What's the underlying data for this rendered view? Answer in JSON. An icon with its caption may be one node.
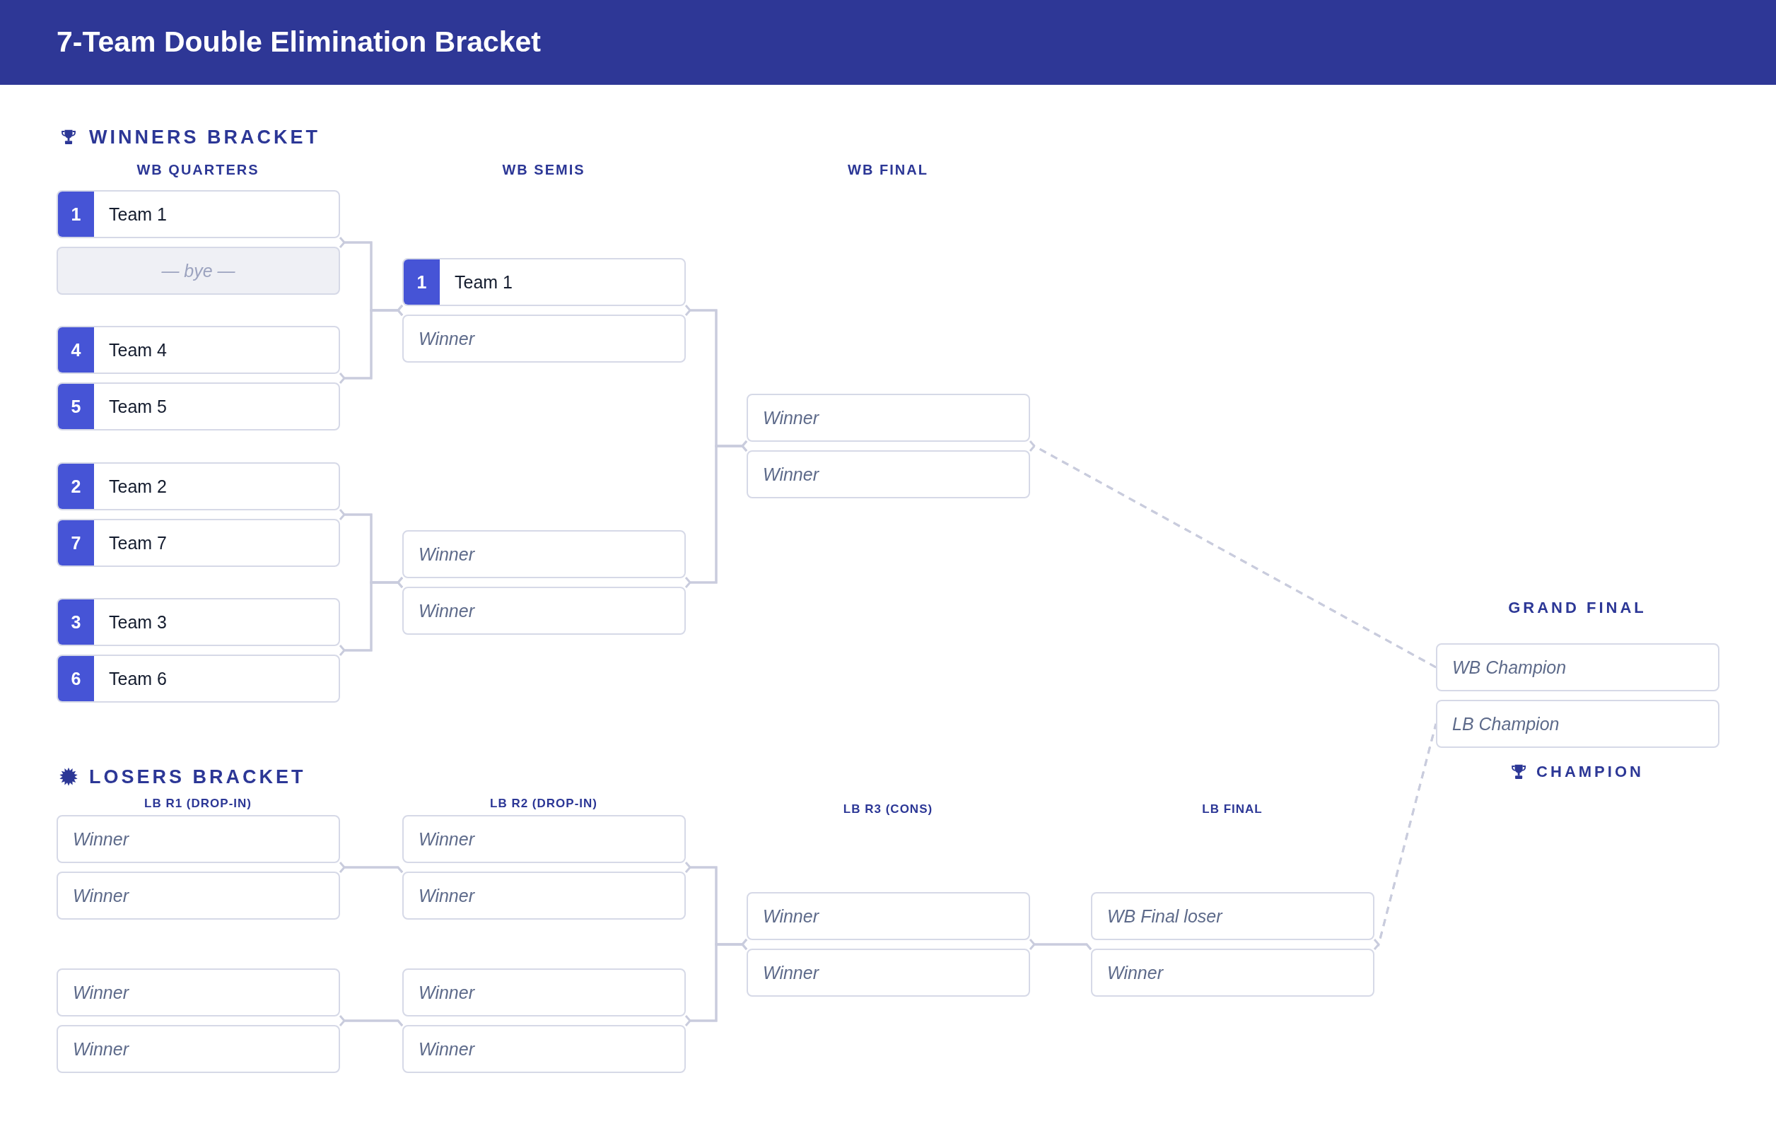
{
  "diagram": {
    "title": "7-Team Double Elimination Bracket",
    "nodes": [
      {
        "text": [
          "1",
          "Team 1"
        ]
      },
      {
        "text": [
          "— bye —"
        ]
      },
      {
        "text": [
          "4",
          "Team 4"
        ]
      },
      {
        "text": [
          "5",
          "Team 5"
        ]
      },
      {
        "text": [
          "2",
          "Team 2"
        ]
      },
      {
        "text": [
          "7",
          "Team 7"
        ]
      },
      {
        "text": [
          "3",
          "Team 3"
        ]
      },
      {
        "text": [
          "6",
          "Team 6"
        ]
      },
      {
        "text": [
          "1",
          "Team 1"
        ]
      },
      {
        "text": [
          "Winner"
        ]
      },
      {
        "text": [
          "Winner"
        ]
      },
      {
        "text": [
          "Winner"
        ]
      },
      {
        "text": [
          "Winner"
        ]
      },
      {
        "text": [
          "Winner"
        ]
      },
      {
        "text": [
          "WB Champion"
        ]
      },
      {
        "text": [
          "LB Champion"
        ]
      },
      {
        "text": [
          "Winner"
        ]
      },
      {
        "text": [
          "Winner"
        ]
      },
      {
        "text": [
          "Winner"
        ]
      },
      {
        "text": [
          "Winner"
        ]
      },
      {
        "text": [
          "Winner"
        ]
      },
      {
        "text": [
          "Winner"
        ]
      },
      {
        "text": [
          "Winner"
        ]
      },
      {
        "text": [
          "Winner"
        ]
      },
      {
        "text": [
          "Winner"
        ]
      },
      {
        "text": [
          "Winner"
        ]
      },
      {
        "text": [
          "WB Final loser"
        ]
      },
      {
        "text": [
          "Winner"
        ]
      }
    ],
    "edges": [
      {
        "from": 0,
        "to": 8,
        "arrow": "none"
      },
      {
        "from": 1,
        "to": 8,
        "arrow": "none"
      },
      {
        "from": 2,
        "to": 9,
        "arrow": "none"
      },
      {
        "from": 3,
        "to": 9,
        "arrow": "none"
      },
      {
        "from": 4,
        "to": 10,
        "arrow": "none"
      },
      {
        "from": 5,
        "to": 10,
        "arrow": "none"
      },
      {
        "from": 6,
        "to": 11,
        "arrow": "none"
      },
      {
        "from": 7,
        "to": 11,
        "arrow": "none"
      },
      {
        "from": 8,
        "to": 12,
        "arrow": "none"
      },
      {
        "from": 9,
        "to": 12,
        "arrow": "none"
      },
      {
        "from": 10,
        "to": 13,
        "arrow": "none"
      },
      {
        "from": 11,
        "to": 13,
        "arrow": "none"
      },
      {
        "from": 12,
        "to": 14,
        "arrow": "none",
        "style": "dashed"
      },
      {
        "from": 13,
        "to": 14,
        "arrow": "none",
        "style": "dashed"
      },
      {
        "from": 16,
        "to": 21,
        "arrow": "none"
      },
      {
        "from": 17,
        "to": 21,
        "arrow": "none"
      },
      {
        "from": 18,
        "to": 23,
        "arrow": "none"
      },
      {
        "from": 19,
        "to": 23,
        "arrow": "none"
      },
      {
        "from": 20,
        "to": 24,
        "arrow": "none"
      },
      {
        "from": 21,
        "to": 24,
        "arrow": "none"
      },
      {
        "from": 22,
        "to": 25,
        "arrow": "none"
      },
      {
        "from": 23,
        "to": 25,
        "arrow": "none"
      },
      {
        "from": 24,
        "to": 27,
        "arrow": "none"
      },
      {
        "from": 25,
        "to": 27,
        "arrow": "none"
      },
      {
        "from": 26,
        "to": 15,
        "arrow": "none",
        "style": "dashed"
      },
      {
        "from": 27,
        "to": 15,
        "arrow": "none",
        "style": "dashed"
      }
    ],
    "labels": [
      "WINNERS BRACKET",
      "WB QUARTERS",
      "WB SEMIS",
      "WB FINAL",
      "GRAND FINAL",
      "LOSERS BRACKET",
      "CHAMPION",
      "LB R1 (DROP-IN)",
      "LB R2 (DROP-IN)",
      "LB R3 (CONS)",
      "LB FINAL"
    ]
  }
}
